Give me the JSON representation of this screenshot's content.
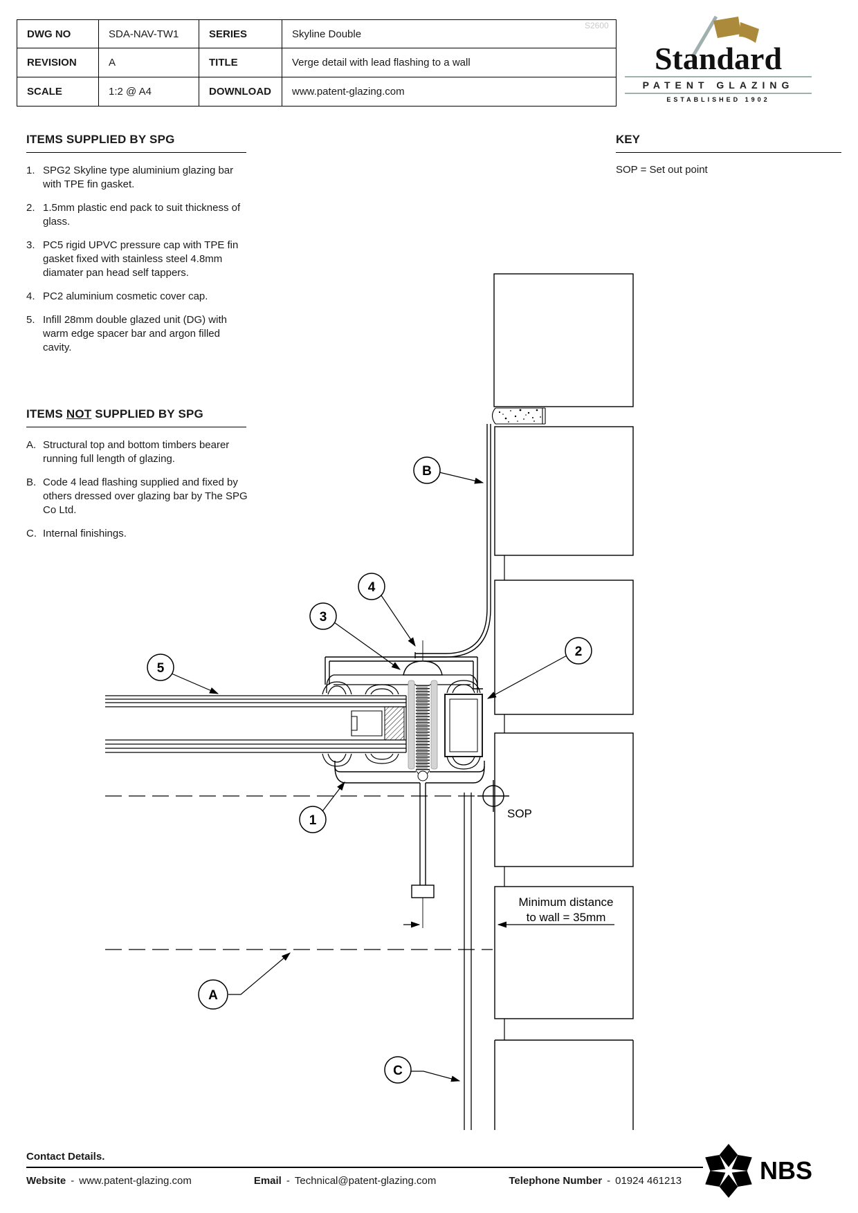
{
  "title_block": {
    "watermark": "S2600",
    "rows": [
      {
        "label": "DWG NO",
        "value": "SDA-NAV-TW1",
        "label2": "SERIES",
        "value2": "Skyline Double"
      },
      {
        "label": "REVISION",
        "value": "A",
        "label2": "TITLE",
        "value2": "Verge detail with lead flashing to a wall"
      },
      {
        "label": "SCALE",
        "value": "1:2 @ A4",
        "label2": "DOWNLOAD",
        "value2": "www.patent-glazing.com"
      }
    ]
  },
  "logo": {
    "name": "Standard",
    "subtitle": "PATENT GLAZING",
    "established": "ESTABLISHED 1902"
  },
  "supplied": {
    "heading": "ITEMS SUPPLIED BY SPG",
    "items": [
      {
        "n": "1.",
        "text": "SPG2 Skyline type aluminium glazing bar with TPE fin gasket."
      },
      {
        "n": "2.",
        "text": "1.5mm plastic end pack to suit thickness of glass."
      },
      {
        "n": "3.",
        "text": "PC5 rigid UPVC pressure cap with TPE fin gasket fixed with stainless steel 4.8mm diamater pan head self tappers."
      },
      {
        "n": "4.",
        "text": "PC2 aluminium cosmetic cover cap."
      },
      {
        "n": "5.",
        "text": "Infill 28mm double glazed unit (DG) with warm edge spacer bar and argon filled cavity."
      }
    ]
  },
  "not_supplied": {
    "heading_pre": "ITEMS ",
    "heading_not": "NOT",
    "heading_post": " SUPPLIED BY SPG",
    "items": [
      {
        "n": "A.",
        "text": "Structural top and bottom timbers bearer running full length of glazing."
      },
      {
        "n": "B.",
        "text": "Code 4 lead flashing supplied and fixed by others dressed over glazing bar by The SPG Co Ltd."
      },
      {
        "n": "C.",
        "text": "Internal finishings."
      }
    ]
  },
  "key": {
    "heading": "KEY",
    "entry": "SOP = Set out point"
  },
  "drawing": {
    "sop_label": "SOP",
    "min_distance_line1": "Minimum distance",
    "min_distance_line2": "to wall = 35mm",
    "balloons": {
      "b1": "1",
      "b2": "2",
      "b3": "3",
      "b4": "4",
      "b5": "5",
      "bA": "A",
      "bB": "B",
      "bC": "C"
    }
  },
  "footer": {
    "heading": "Contact Details.",
    "website_label": "Website",
    "website_sep": "-",
    "website_value": "www.patent-glazing.com",
    "email_label": "Email",
    "email_sep": "-",
    "email_value": "Technical@patent-glazing.com",
    "phone_label": "Telephone Number",
    "phone_sep": "-",
    "phone_value": "01924 461213",
    "nbs": "NBS"
  }
}
